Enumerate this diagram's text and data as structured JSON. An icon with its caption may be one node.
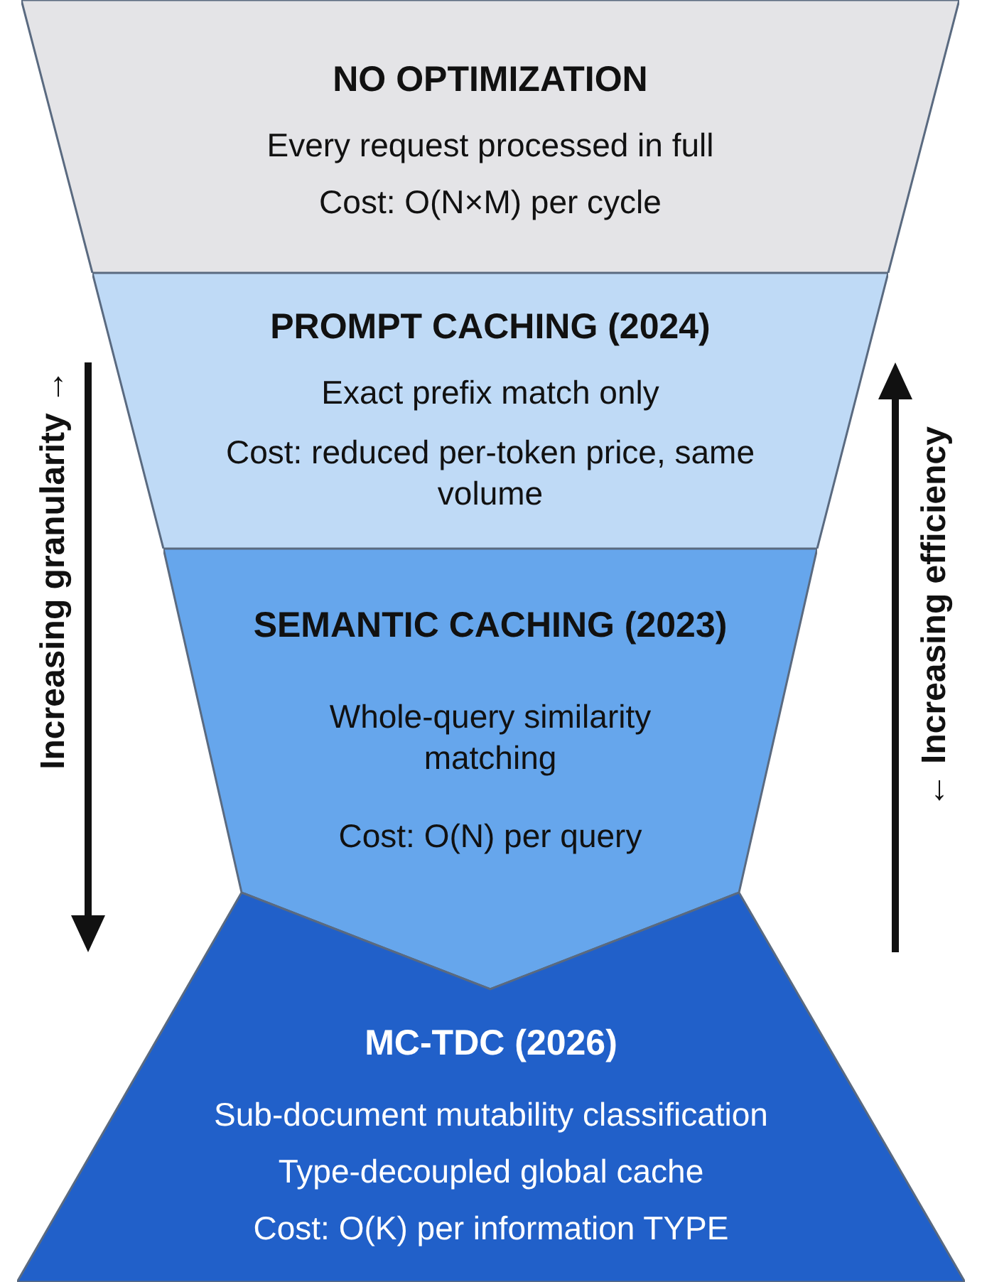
{
  "diagram": {
    "nodes": [
      {
        "text": [
          "NO OPTIMIZATION",
          "Every request processed in full",
          "Cost: O(N×M) per cycle"
        ]
      },
      {
        "text": [
          "PROMPT CACHING (2024)",
          "Exact prefix match only",
          "Cost: reduced per-token price, same volume"
        ]
      },
      {
        "text": [
          "SEMANTIC CACHING (2023)",
          "Whole-query similarity matching",
          "Cost: O(N) per query"
        ]
      },
      {
        "text": [
          "MC-TDC (2026)",
          "Sub-document mutability classification",
          "Type-decoupled global cache",
          "Cost: O(K) per information TYPE"
        ]
      }
    ],
    "labels": [
      "Increasing granularity →",
      "← Increasing efficiency"
    ]
  }
}
